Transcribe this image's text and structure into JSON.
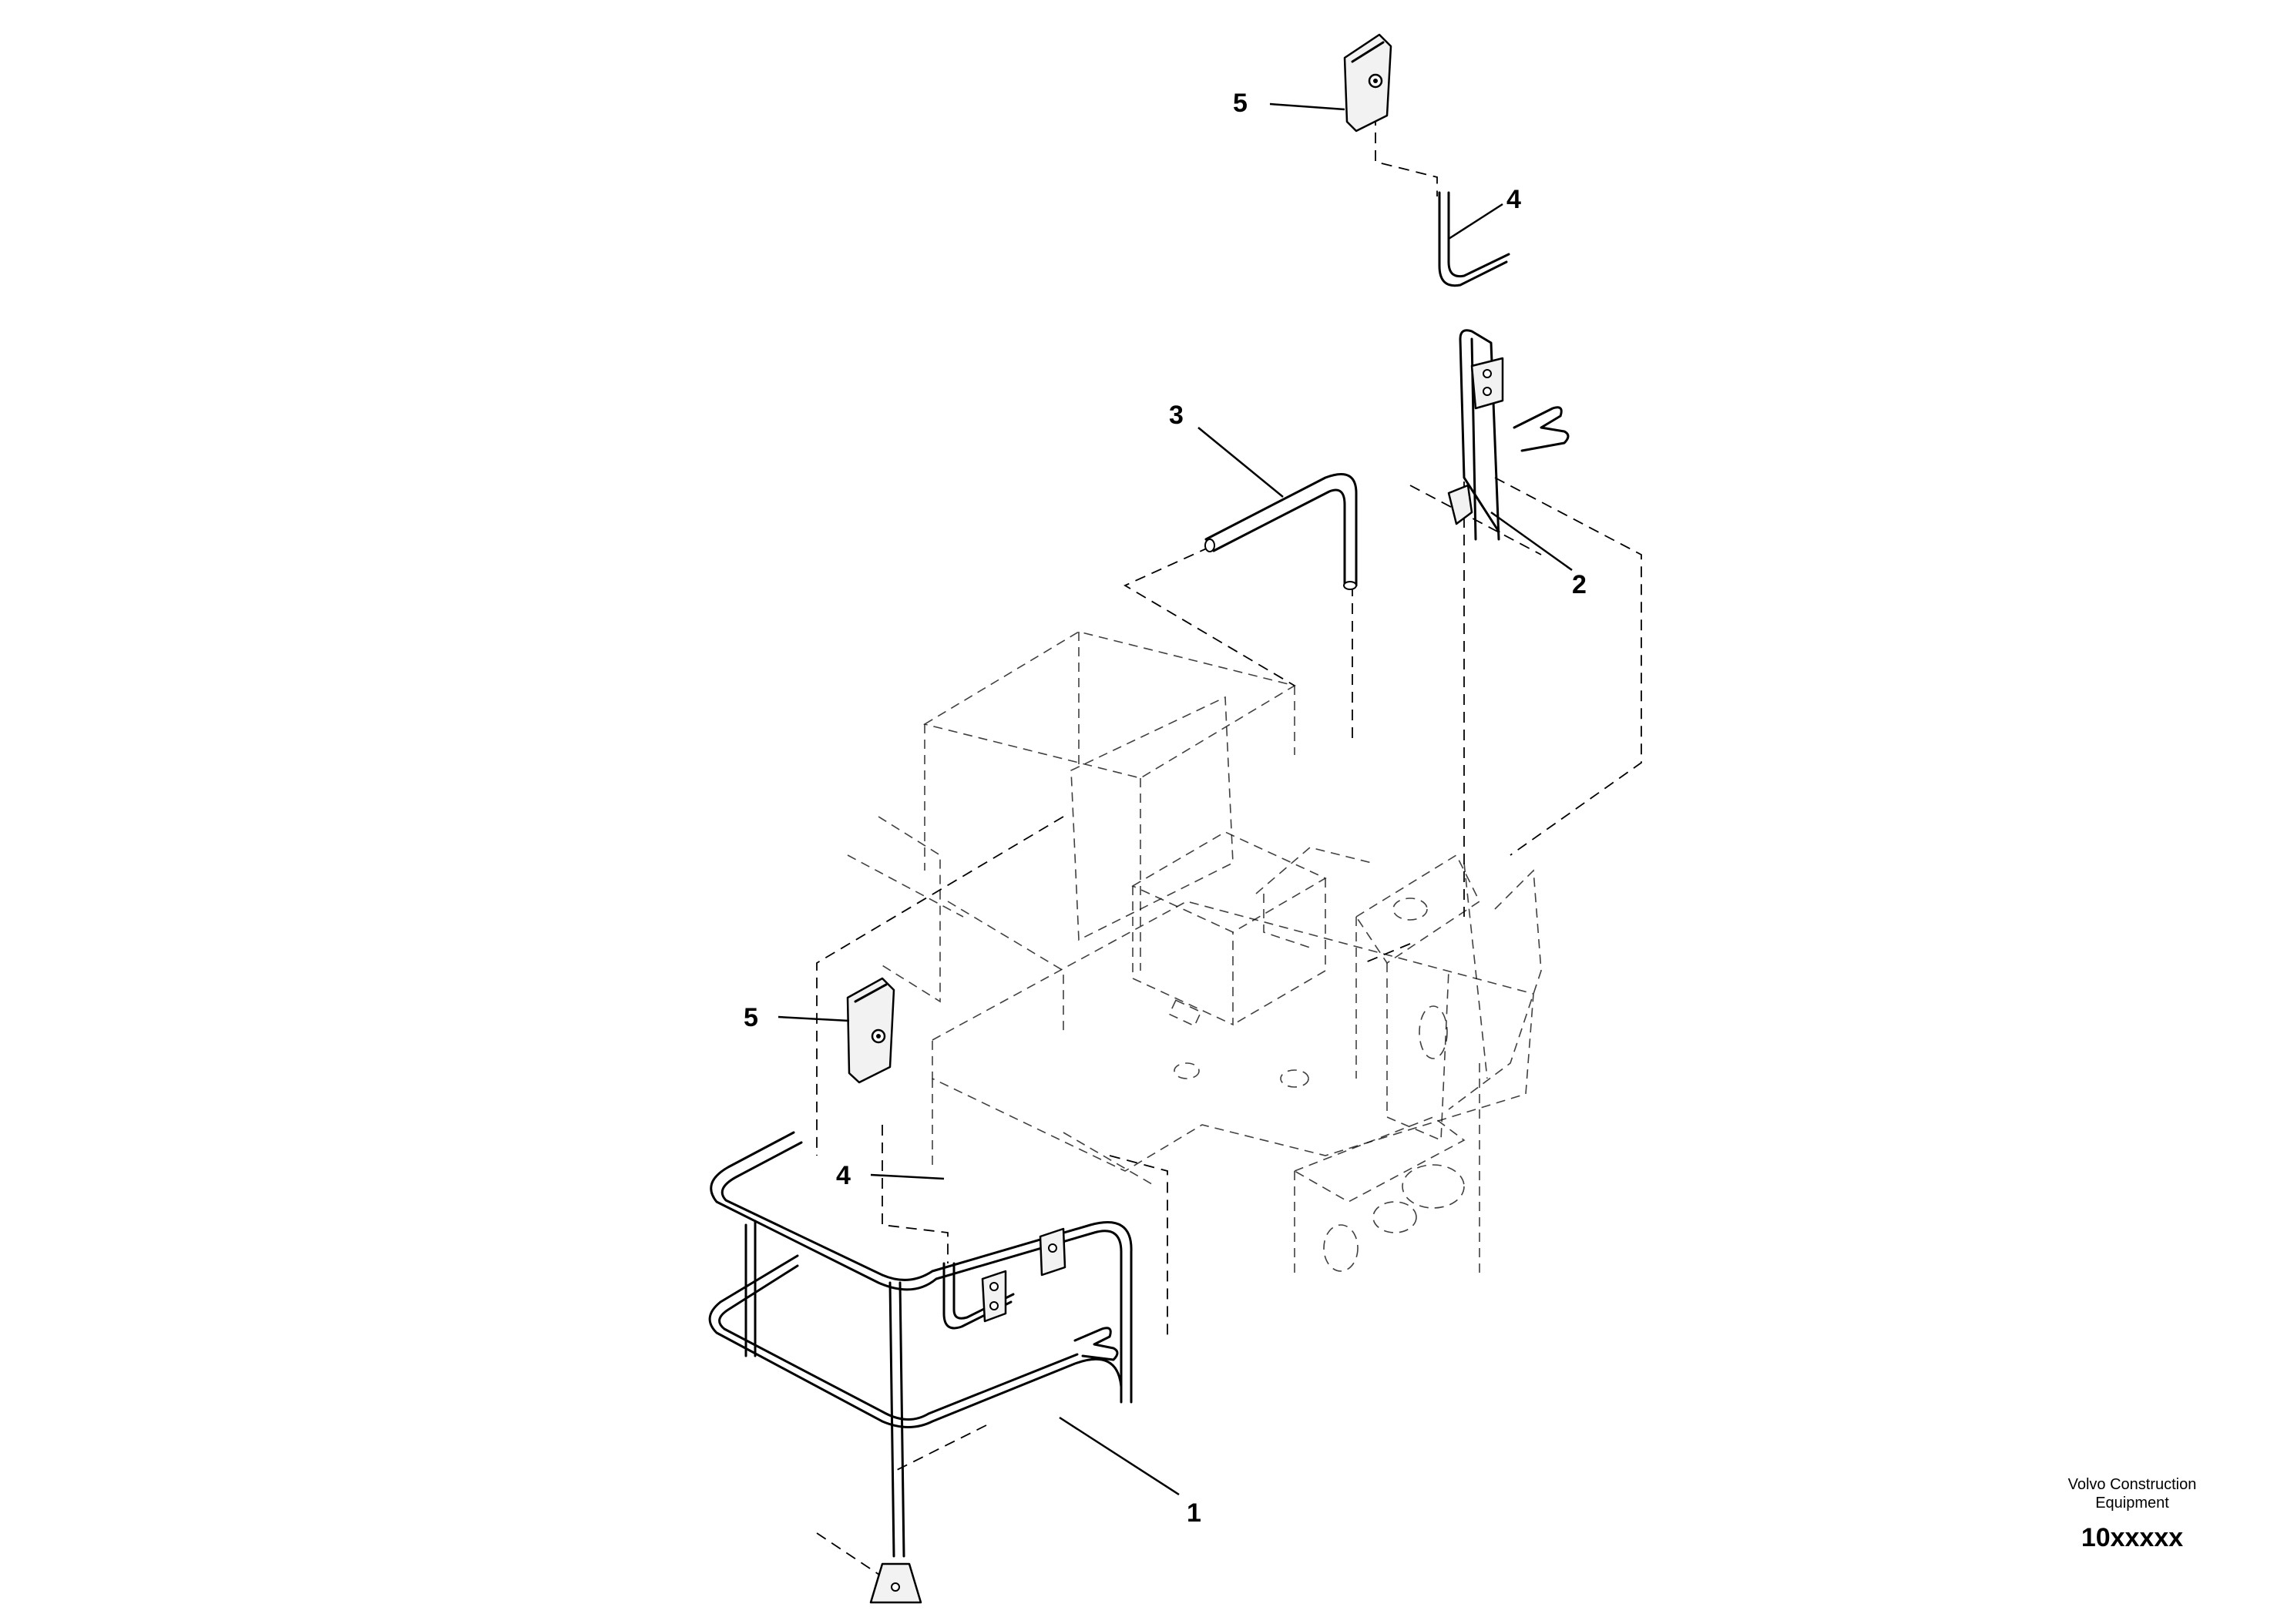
{
  "diagram": {
    "callouts": [
      {
        "id": "c5-top",
        "label": "5"
      },
      {
        "id": "c4-top",
        "label": "4"
      },
      {
        "id": "c3",
        "label": "3"
      },
      {
        "id": "c2",
        "label": "2"
      },
      {
        "id": "c5-left",
        "label": "5"
      },
      {
        "id": "c4-left",
        "label": "4"
      },
      {
        "id": "c1",
        "label": "1"
      }
    ]
  },
  "footer": {
    "org_line1": "Volvo Construction",
    "org_line2": "Equipment",
    "code": "10xxxxx"
  }
}
